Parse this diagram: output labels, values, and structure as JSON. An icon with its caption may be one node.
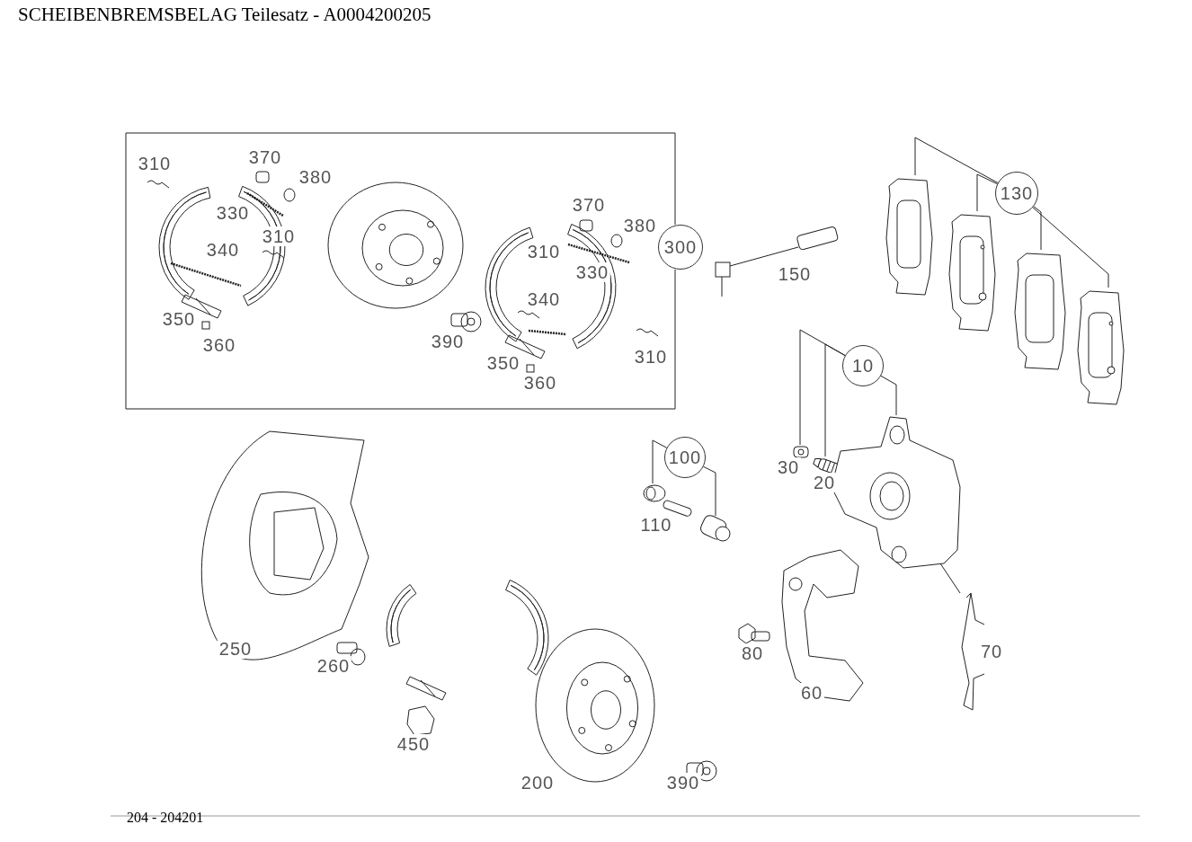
{
  "diagram": {
    "title": "SCHEIBENBREMSBELAG Teilesatz - A0004200205",
    "nodes": [
      {
        "text": [
          "300"
        ]
      },
      {
        "text": [
          "130"
        ]
      },
      {
        "text": [],
        "shape": "picture"
      },
      {
        "text": [],
        "shape": "picture"
      },
      {
        "text": [],
        "shape": "picture"
      },
      {
        "text": [],
        "shape": "picture"
      },
      {
        "text": [
          "10"
        ]
      },
      {
        "text": [],
        "shape": "picture"
      },
      {
        "text": [],
        "shape": "picture"
      },
      {
        "text": [],
        "shape": "picture"
      },
      {
        "text": [
          "100"
        ]
      },
      {
        "text": [],
        "shape": "picture"
      },
      {
        "text": [],
        "shape": "picture"
      }
    ],
    "edges": [
      {
        "from": 1,
        "to": 2,
        "arrow": "none"
      },
      {
        "from": 1,
        "to": 3,
        "arrow": "none"
      },
      {
        "from": 1,
        "to": 4,
        "arrow": "none"
      },
      {
        "from": 1,
        "to": 5,
        "arrow": "none"
      },
      {
        "from": 6,
        "to": 7,
        "arrow": "none"
      },
      {
        "from": 6,
        "to": 8,
        "arrow": "none"
      },
      {
        "from": 6,
        "to": 9,
        "arrow": "none"
      },
      {
        "from": 10,
        "to": 11,
        "arrow": "none"
      },
      {
        "from": 10,
        "to": 12,
        "arrow": "none"
      }
    ],
    "labels": [
      "370",
      "310",
      "380",
      "370",
      "330",
      "380",
      "310",
      "340",
      "310",
      "330",
      "150",
      "340",
      "350",
      "390",
      "360",
      "310",
      "350",
      "360",
      "30",
      "20",
      "110",
      "250",
      "70",
      "80",
      "260",
      "60",
      "450",
      "200",
      "390",
      "204 - 204201"
    ]
  }
}
